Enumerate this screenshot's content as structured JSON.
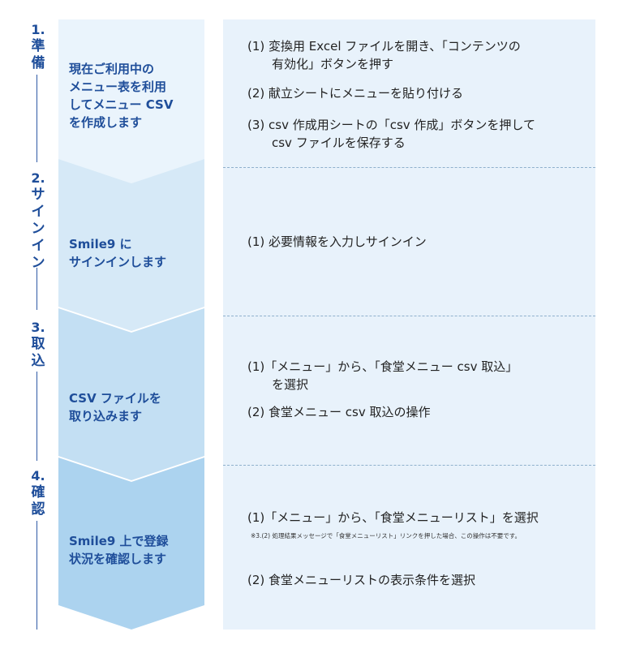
{
  "steps": [
    {
      "number": "1.",
      "label_chars": [
        "準",
        "備"
      ],
      "description": [
        "現在ご利用中の",
        "メニュー表を利用",
        "してメニュー CSV",
        "を作成します"
      ],
      "actions": [
        [
          "(1) 変換用 Excel ファイルを開き、「コンテンツの",
          "　　有効化」ボタンを押す"
        ],
        [
          "(2) 献立シートにメニューを貼り付ける"
        ],
        [
          "(3) csv 作成用シートの「csv 作成」ボタンを押して",
          "　　csv ファイルを保存する"
        ]
      ],
      "color": "#eaf4fc"
    },
    {
      "number": "2.",
      "label_chars": [
        "サ",
        "イ",
        "ン",
        "イ",
        "ン"
      ],
      "description": [
        "Smile9 に",
        "サインインします"
      ],
      "actions": [
        [
          "(1) 必要情報を入力しサインイン"
        ]
      ],
      "color": "#d6e9f7"
    },
    {
      "number": "3.",
      "label_chars": [
        "取",
        "込"
      ],
      "description": [
        "CSV ファイルを",
        "取り込みます"
      ],
      "actions": [
        [
          "(1)「メニュー」から、「食堂メニュー csv 取込」",
          "　　を選択"
        ],
        [
          "(2) 食堂メニュー csv 取込の操作"
        ]
      ],
      "color": "#c3dff3"
    },
    {
      "number": "4.",
      "label_chars": [
        "確",
        "認"
      ],
      "description": [
        "Smile9 上で登録",
        "状況を確認します"
      ],
      "actions": [
        [
          "(1)「メニュー」から、「食堂メニューリスト」を選択"
        ],
        [
          "(2) 食堂メニューリストの表示条件を選択"
        ]
      ],
      "note": "※3.(2) 処理結果メッセージで「食堂メニューリスト」リンクを押した場合、この操作は不要です。",
      "color": "#acd3ef"
    }
  ]
}
